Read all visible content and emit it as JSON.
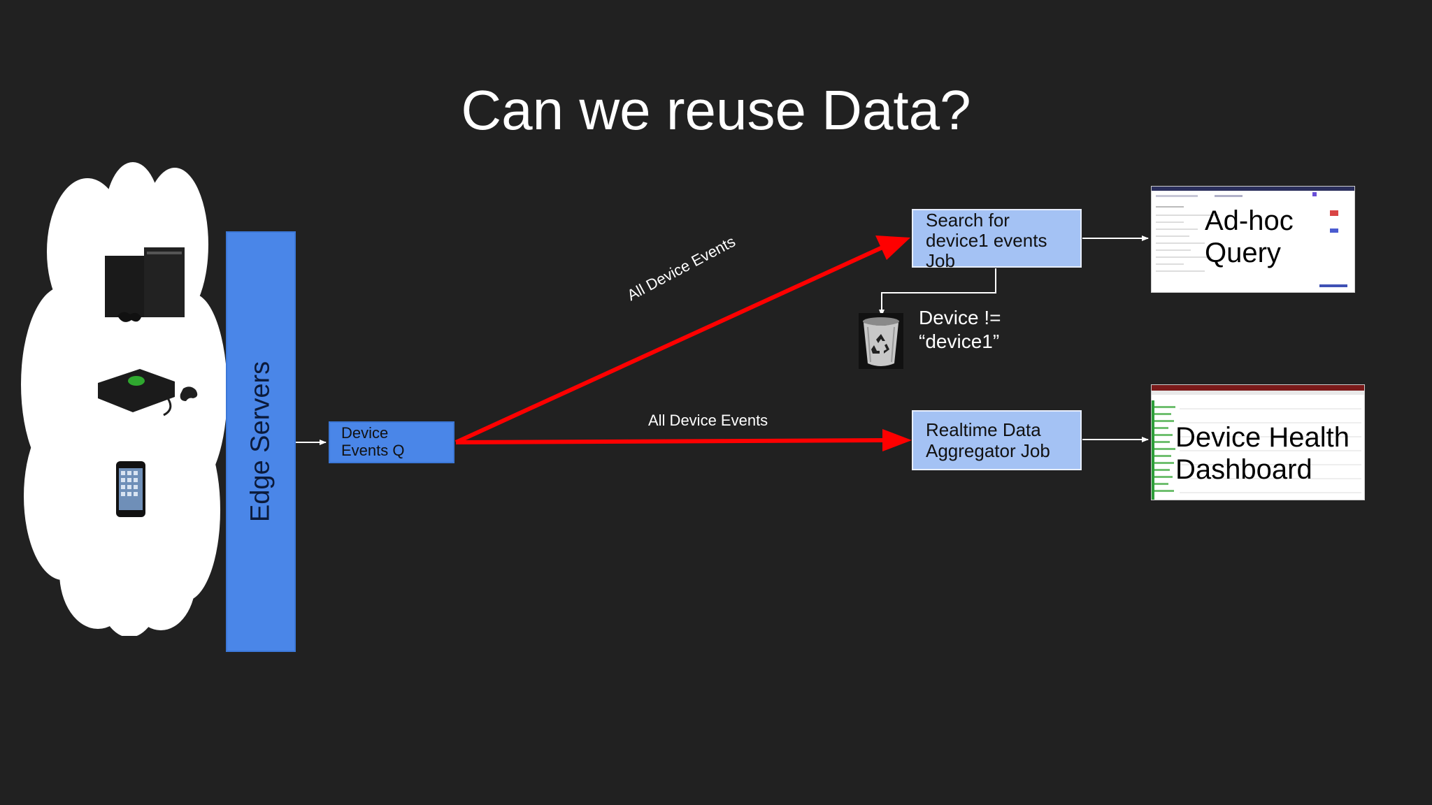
{
  "title": "Can we reuse Data?",
  "edge_servers": {
    "label": "Edge Servers"
  },
  "cloud": {
    "devices": [
      "game-consoles-icon",
      "xbox-console-icon",
      "smartphone-icon"
    ]
  },
  "queue": {
    "line1": "Device",
    "line2": "Events Q"
  },
  "search_job": {
    "line1": "Search for",
    "line2": "device1 events",
    "line3": "Job"
  },
  "aggregator_job": {
    "line1": "Realtime Data",
    "line2": "Aggregator Job"
  },
  "edge_labels": {
    "upper": "All Device Events",
    "lower": "All Device Events"
  },
  "filter": {
    "line1": "Device !=",
    "line2": "“device1”",
    "icon": "recycle-bin-icon"
  },
  "outputs": {
    "adhoc": {
      "line1": "Ad-hoc",
      "line2": "Query"
    },
    "dashboard": {
      "line1": "Device Health",
      "line2": "Dashboard"
    }
  },
  "colors": {
    "background": "#212121",
    "primary_blue": "#4a86e8",
    "light_blue": "#a4c2f4",
    "flow_red": "#ff0000",
    "connector_white": "#ffffff"
  }
}
